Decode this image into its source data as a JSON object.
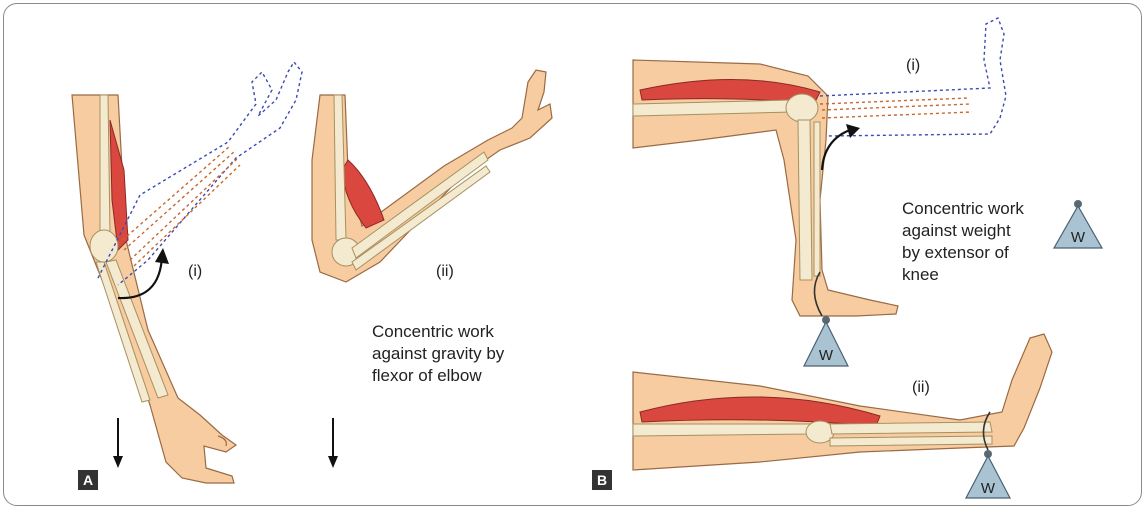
{
  "colors": {
    "skin": "#f6cca0",
    "skin_outline": "#9a6a44",
    "muscle": "#d9473f",
    "bone": "#f3ead0",
    "bone_outline": "#a89060",
    "dashed_blue": "#3b4bb3",
    "dashed_orange": "#c8682c",
    "weight_fill": "#a9c3d3",
    "panel_label_bg": "#333333"
  },
  "panel_a": {
    "label": "A",
    "pos1_label": "(i)",
    "pos2_label": "(ii)",
    "caption_lines": [
      "Concentric work",
      "against gravity by",
      "flexor of elbow"
    ]
  },
  "panel_b": {
    "label": "B",
    "pos1_label": "(i)",
    "pos2_label": "(ii)",
    "caption_lines": [
      "Concentric work",
      "against weight",
      "by extensor of",
      "knee"
    ],
    "weight_label": "W"
  }
}
